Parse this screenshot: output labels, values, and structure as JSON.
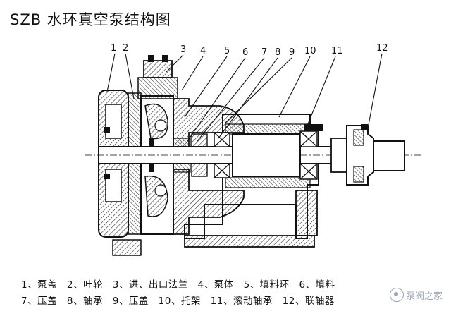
{
  "title": "SZB 水环真空泵结构图",
  "callouts": [
    "1",
    "2",
    "3",
    "4",
    "5",
    "6",
    "7",
    "8",
    "9",
    "10",
    "11",
    "12"
  ],
  "legend_row1": [
    "1、泵盖",
    "2、叶轮",
    "3、进、出口法兰",
    "4、泵体",
    "5、填料环",
    "6、填料"
  ],
  "legend_row2": [
    "7、压盖",
    "8、轴承",
    "9、压盖",
    "10、托架",
    "11、滚动轴承",
    "12、联轴器"
  ],
  "watermark": "泵阀之家"
}
